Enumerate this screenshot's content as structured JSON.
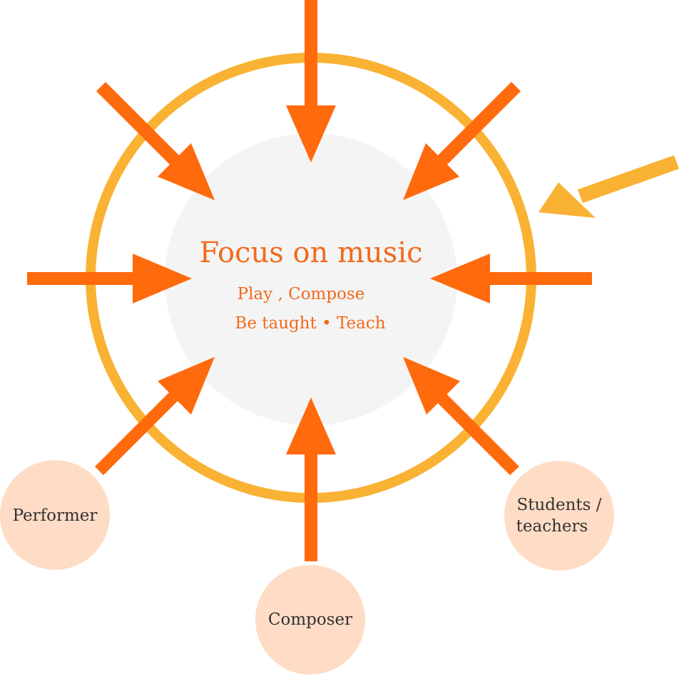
{
  "center": {
    "title": "Focus on music",
    "line1": "Play , Compose",
    "line2": "Be taught • Teach"
  },
  "roles": [
    {
      "id": "performer",
      "label": "Performer"
    },
    {
      "id": "composer",
      "label": "Composer"
    },
    {
      "id": "students",
      "lines": [
        "Students /",
        "teachers"
      ]
    }
  ],
  "colors": {
    "arrow": "#FF6A0D",
    "ring": "#F9B233",
    "center_fill": "#F4F4F4",
    "role_fill": "#FFDCC6",
    "title_text": "#F26A1B",
    "role_text": "#333333"
  }
}
